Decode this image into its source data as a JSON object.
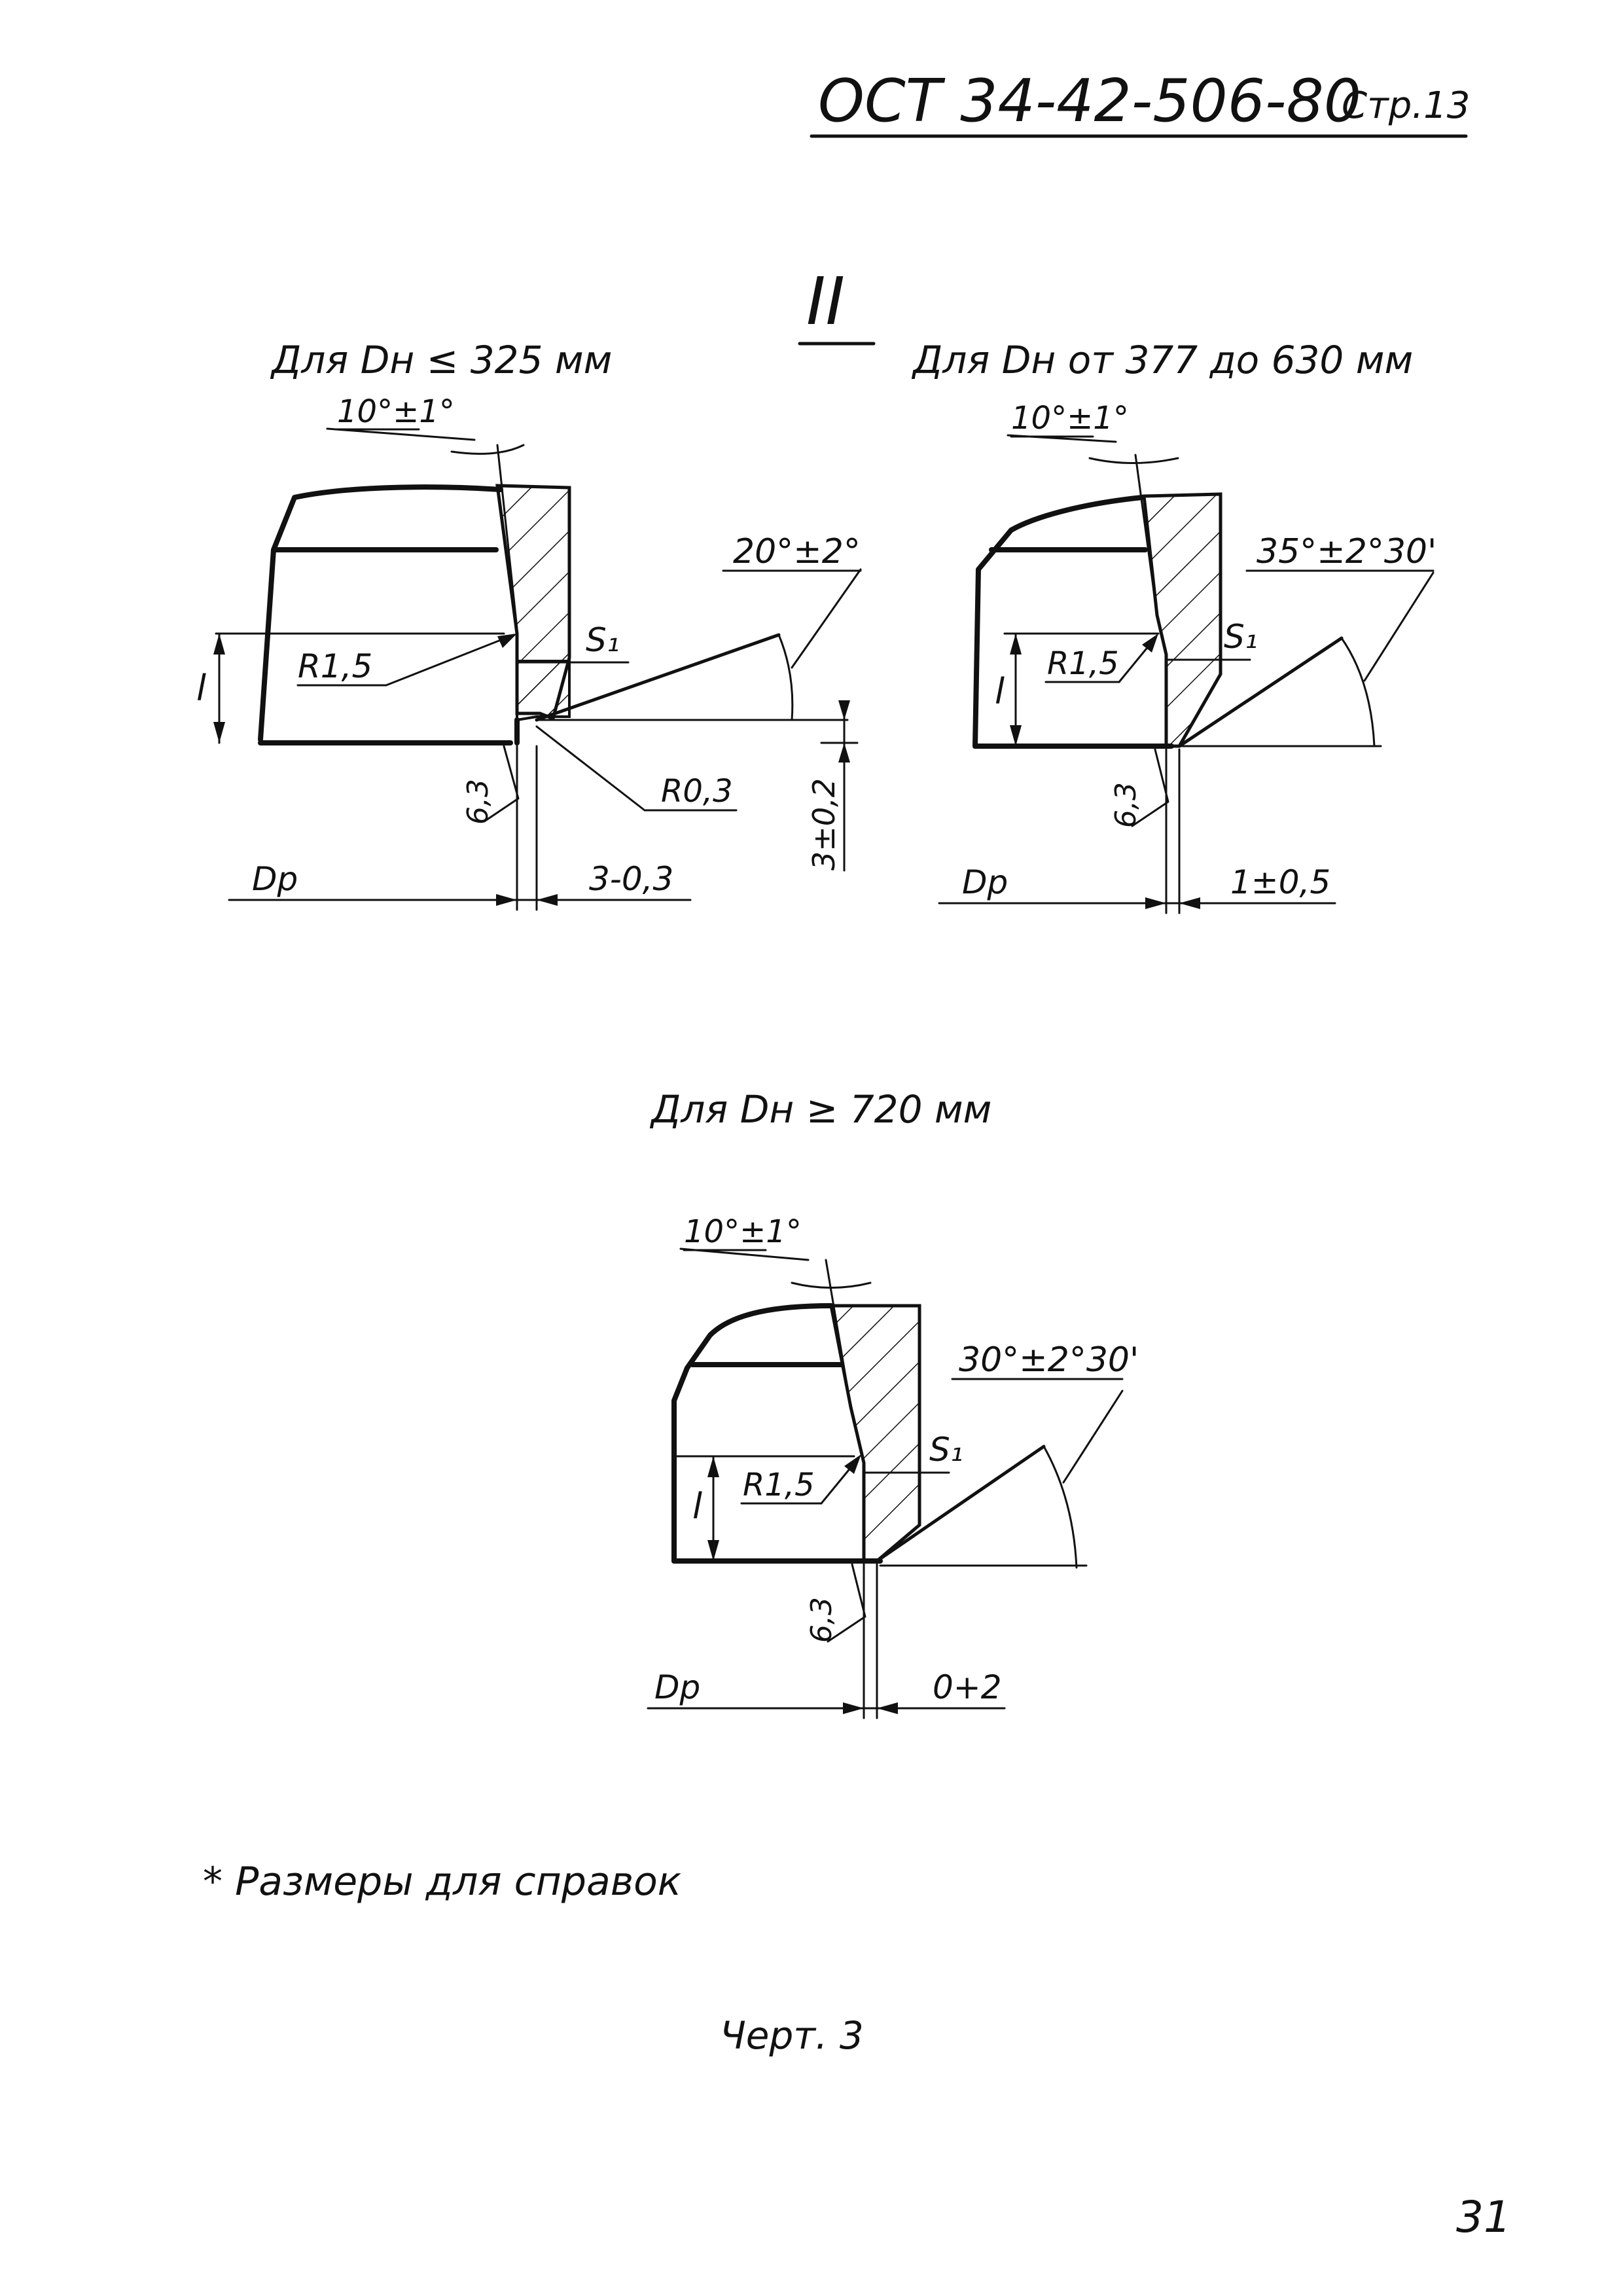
{
  "header": {
    "standard_number": "ОСТ 34-42-506-80",
    "page_label": "Стр.13"
  },
  "section_mark": "II",
  "views": {
    "small": {
      "caption": "Для Dн ≤ 325 мм",
      "angle_top": "10°±1°",
      "bevel_angle": "20°±2°",
      "thickness": "S₁",
      "radius_inner": "R1,5",
      "radius_root": "R0,3",
      "length": "l",
      "roughness": "6,3",
      "root_face": "3±0,2",
      "bore_diameter": "Dр",
      "bore_offset": "3-0,3"
    },
    "medium": {
      "caption": "Для Dн от 377 до 630 мм",
      "angle_top": "10°±1°",
      "bevel_angle": "35°±2°30'",
      "thickness": "S₁",
      "radius_inner": "R1,5",
      "length": "l",
      "roughness": "6,3",
      "bore_diameter": "Dр",
      "bore_offset": "1±0,5"
    },
    "large": {
      "caption": "Для Dн ≥ 720 мм",
      "angle_top": "10°±1°",
      "bevel_angle": "30°±2°30'",
      "thickness": "S₁",
      "radius_inner": "R1,5",
      "length": "l",
      "roughness": "6,3",
      "bore_diameter": "Dр",
      "bore_offset": "0+2"
    }
  },
  "footnote": "* Размеры для справок",
  "figure_label": "Черт. 3",
  "page_number": "31",
  "colors": {
    "ink": "#111111",
    "paper": "#ffffff"
  }
}
